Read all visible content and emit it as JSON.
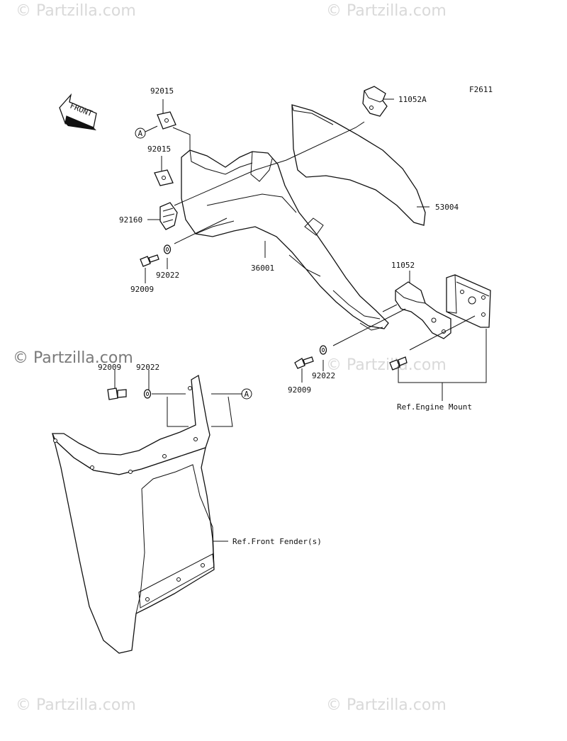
{
  "figure_code": "F2611",
  "watermark": "© Partzilla.com",
  "front_arrow_label": "FRONT",
  "ref_marker": "A",
  "parts": {
    "p92015_top": "92015",
    "p92015_bottom": "92015",
    "p92160": "92160",
    "p92022_left": "92022",
    "p92009_left": "92009",
    "p36001": "36001",
    "p11052A": "11052A",
    "p53004": "53004",
    "p11052": "11052",
    "p92022_mid": "92022",
    "p92009_mid": "92009",
    "p92009_lower": "92009",
    "p92022_lower": "92022"
  },
  "refs": {
    "engine_mount": "Ref.Engine Mount",
    "front_fender": "Ref.Front Fender(s)"
  }
}
